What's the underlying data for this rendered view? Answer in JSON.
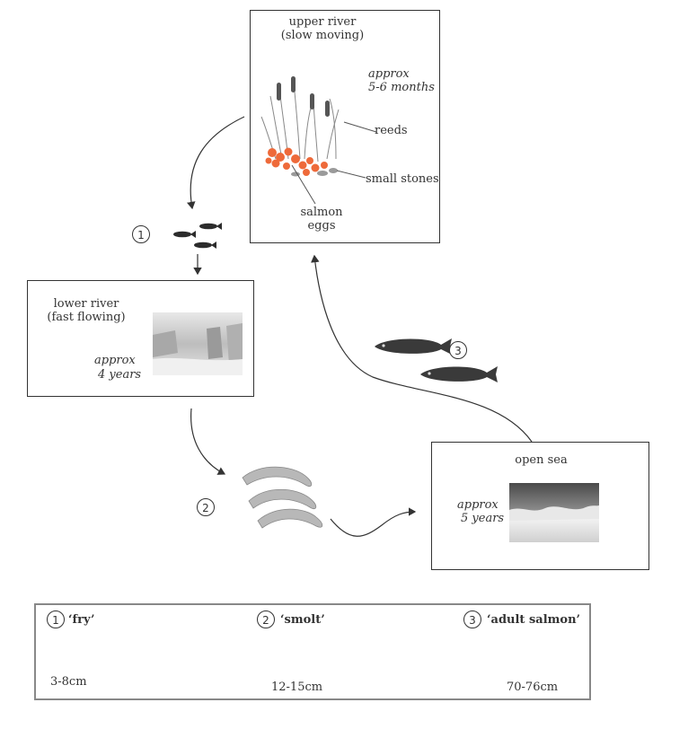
{
  "upper_river": {
    "title": "upper river",
    "subtitle": "(slow moving)",
    "duration_line1": "approx",
    "duration_line2": "5-6 months",
    "reeds_label": "reeds",
    "stones_label": "small stones",
    "eggs_line1": "salmon",
    "eggs_line2": "eggs"
  },
  "lower_river": {
    "title": "lower river",
    "subtitle": "(fast flowing)",
    "duration_line1": "approx",
    "duration_line2": "4 years"
  },
  "open_sea": {
    "title": "open sea",
    "duration_line1": "approx",
    "duration_line2": "5 years"
  },
  "stages": {
    "stage1": "1",
    "stage2": "2",
    "stage3": "3"
  },
  "legend": {
    "fry_num": "1",
    "fry_label": "‘fry’",
    "fry_size": "3-8cm",
    "smolt_num": "2",
    "smolt_label": "‘smolt’",
    "smolt_size": "12-15cm",
    "adult_num": "3",
    "adult_label": "‘adult salmon’",
    "adult_size": "70-76cm"
  },
  "colors": {
    "eggs": "#ee6a3a",
    "fish_dark": "#2c2c2c",
    "smolt": "#b8b8b8",
    "line": "#333333"
  }
}
